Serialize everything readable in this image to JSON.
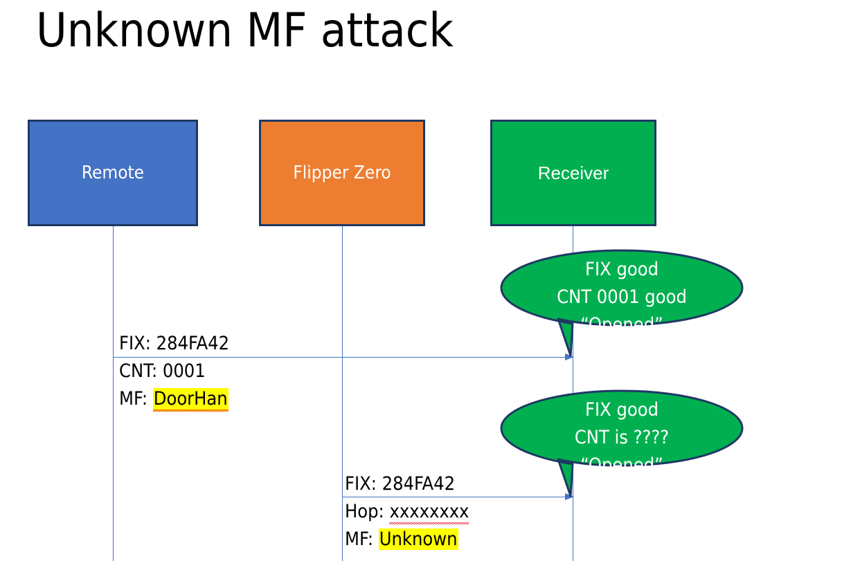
{
  "slide": {
    "title": "Unknown MF attack",
    "background_color": "#FFFFFF"
  },
  "colors": {
    "remote_fill": "#4472C4",
    "flipper_fill": "#ED7D31",
    "receiver_fill": "#00B050",
    "box_border": "#1F3864",
    "lifeline": "#4472C4",
    "arrow": "#4472C4",
    "highlight": "#FFFF00",
    "spellcheck_underline": "#E81123",
    "balloon_fill": "#00B050",
    "balloon_text": "#FFFFFF"
  },
  "actors": [
    {
      "name": "remote",
      "label": "Remote"
    },
    {
      "name": "flipper",
      "label": "Flipper Zero"
    },
    {
      "name": "receiver",
      "label": "Receiver"
    }
  ],
  "messages": [
    {
      "from": "remote",
      "to": "receiver",
      "line1": "FIX: 284FA42",
      "line2": "CNT: 0001",
      "line3_prefix": "MF: ",
      "line3_value": "DoorHan"
    },
    {
      "from": "flipper",
      "to": "receiver",
      "line1": "FIX: 284FA42",
      "line2_prefix": "Hop: ",
      "line2_value": "xxxxxxxx",
      "line3_prefix": "MF: ",
      "line3_value": "Unknown"
    }
  ],
  "balloons": [
    {
      "name": "receiver-response-1",
      "line1": "FIX good",
      "line2": "CNT 0001 good",
      "line3": "“Opened”"
    },
    {
      "name": "receiver-response-2",
      "line1": "FIX good",
      "line2": "CNT is ????",
      "line3": "“Opened”"
    }
  ]
}
